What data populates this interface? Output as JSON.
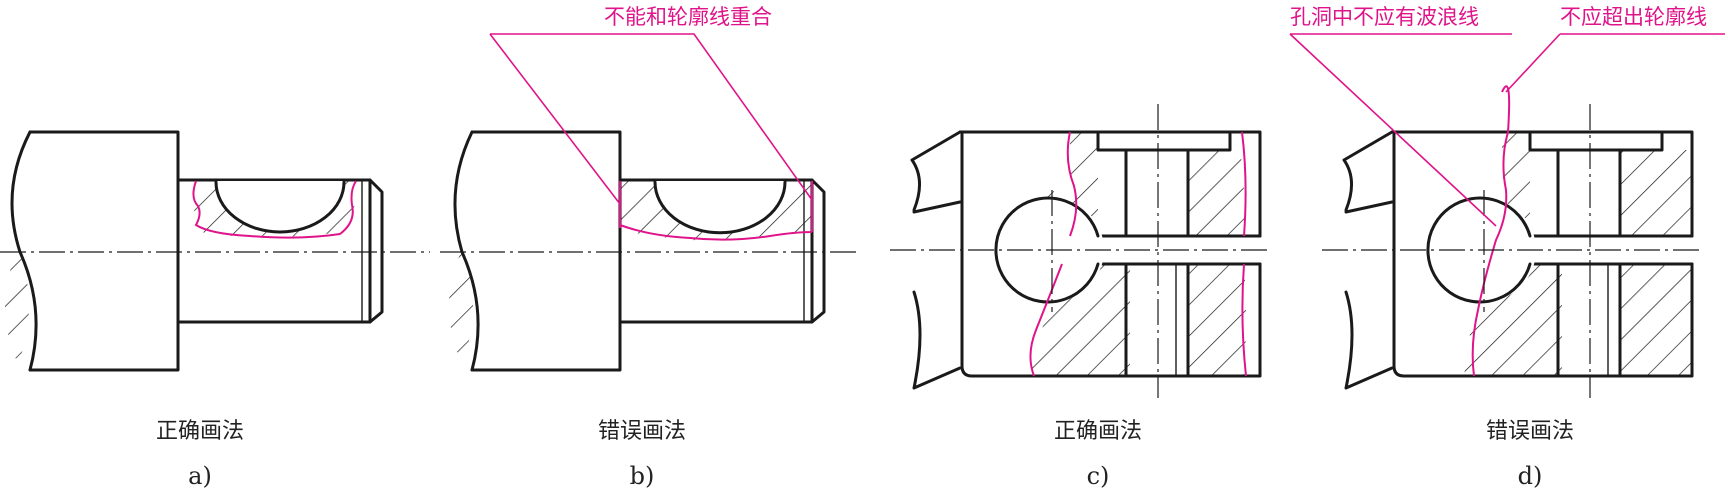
{
  "colors": {
    "line": "#1a1a1a",
    "accent": "#e0148a",
    "background": "#ffffff"
  },
  "annotations": {
    "b_note": "不能和轮廓线重合",
    "d_note_left": "孔洞中不应有波浪线",
    "d_note_right": "不应超出轮廓线"
  },
  "panels": [
    {
      "id": "a",
      "caption": "正确画法",
      "letter": "a)"
    },
    {
      "id": "b",
      "caption": "错误画法",
      "letter": "b)"
    },
    {
      "id": "c",
      "caption": "正确画法",
      "letter": "c)"
    },
    {
      "id": "d",
      "caption": "错误画法",
      "letter": "d)"
    }
  ]
}
